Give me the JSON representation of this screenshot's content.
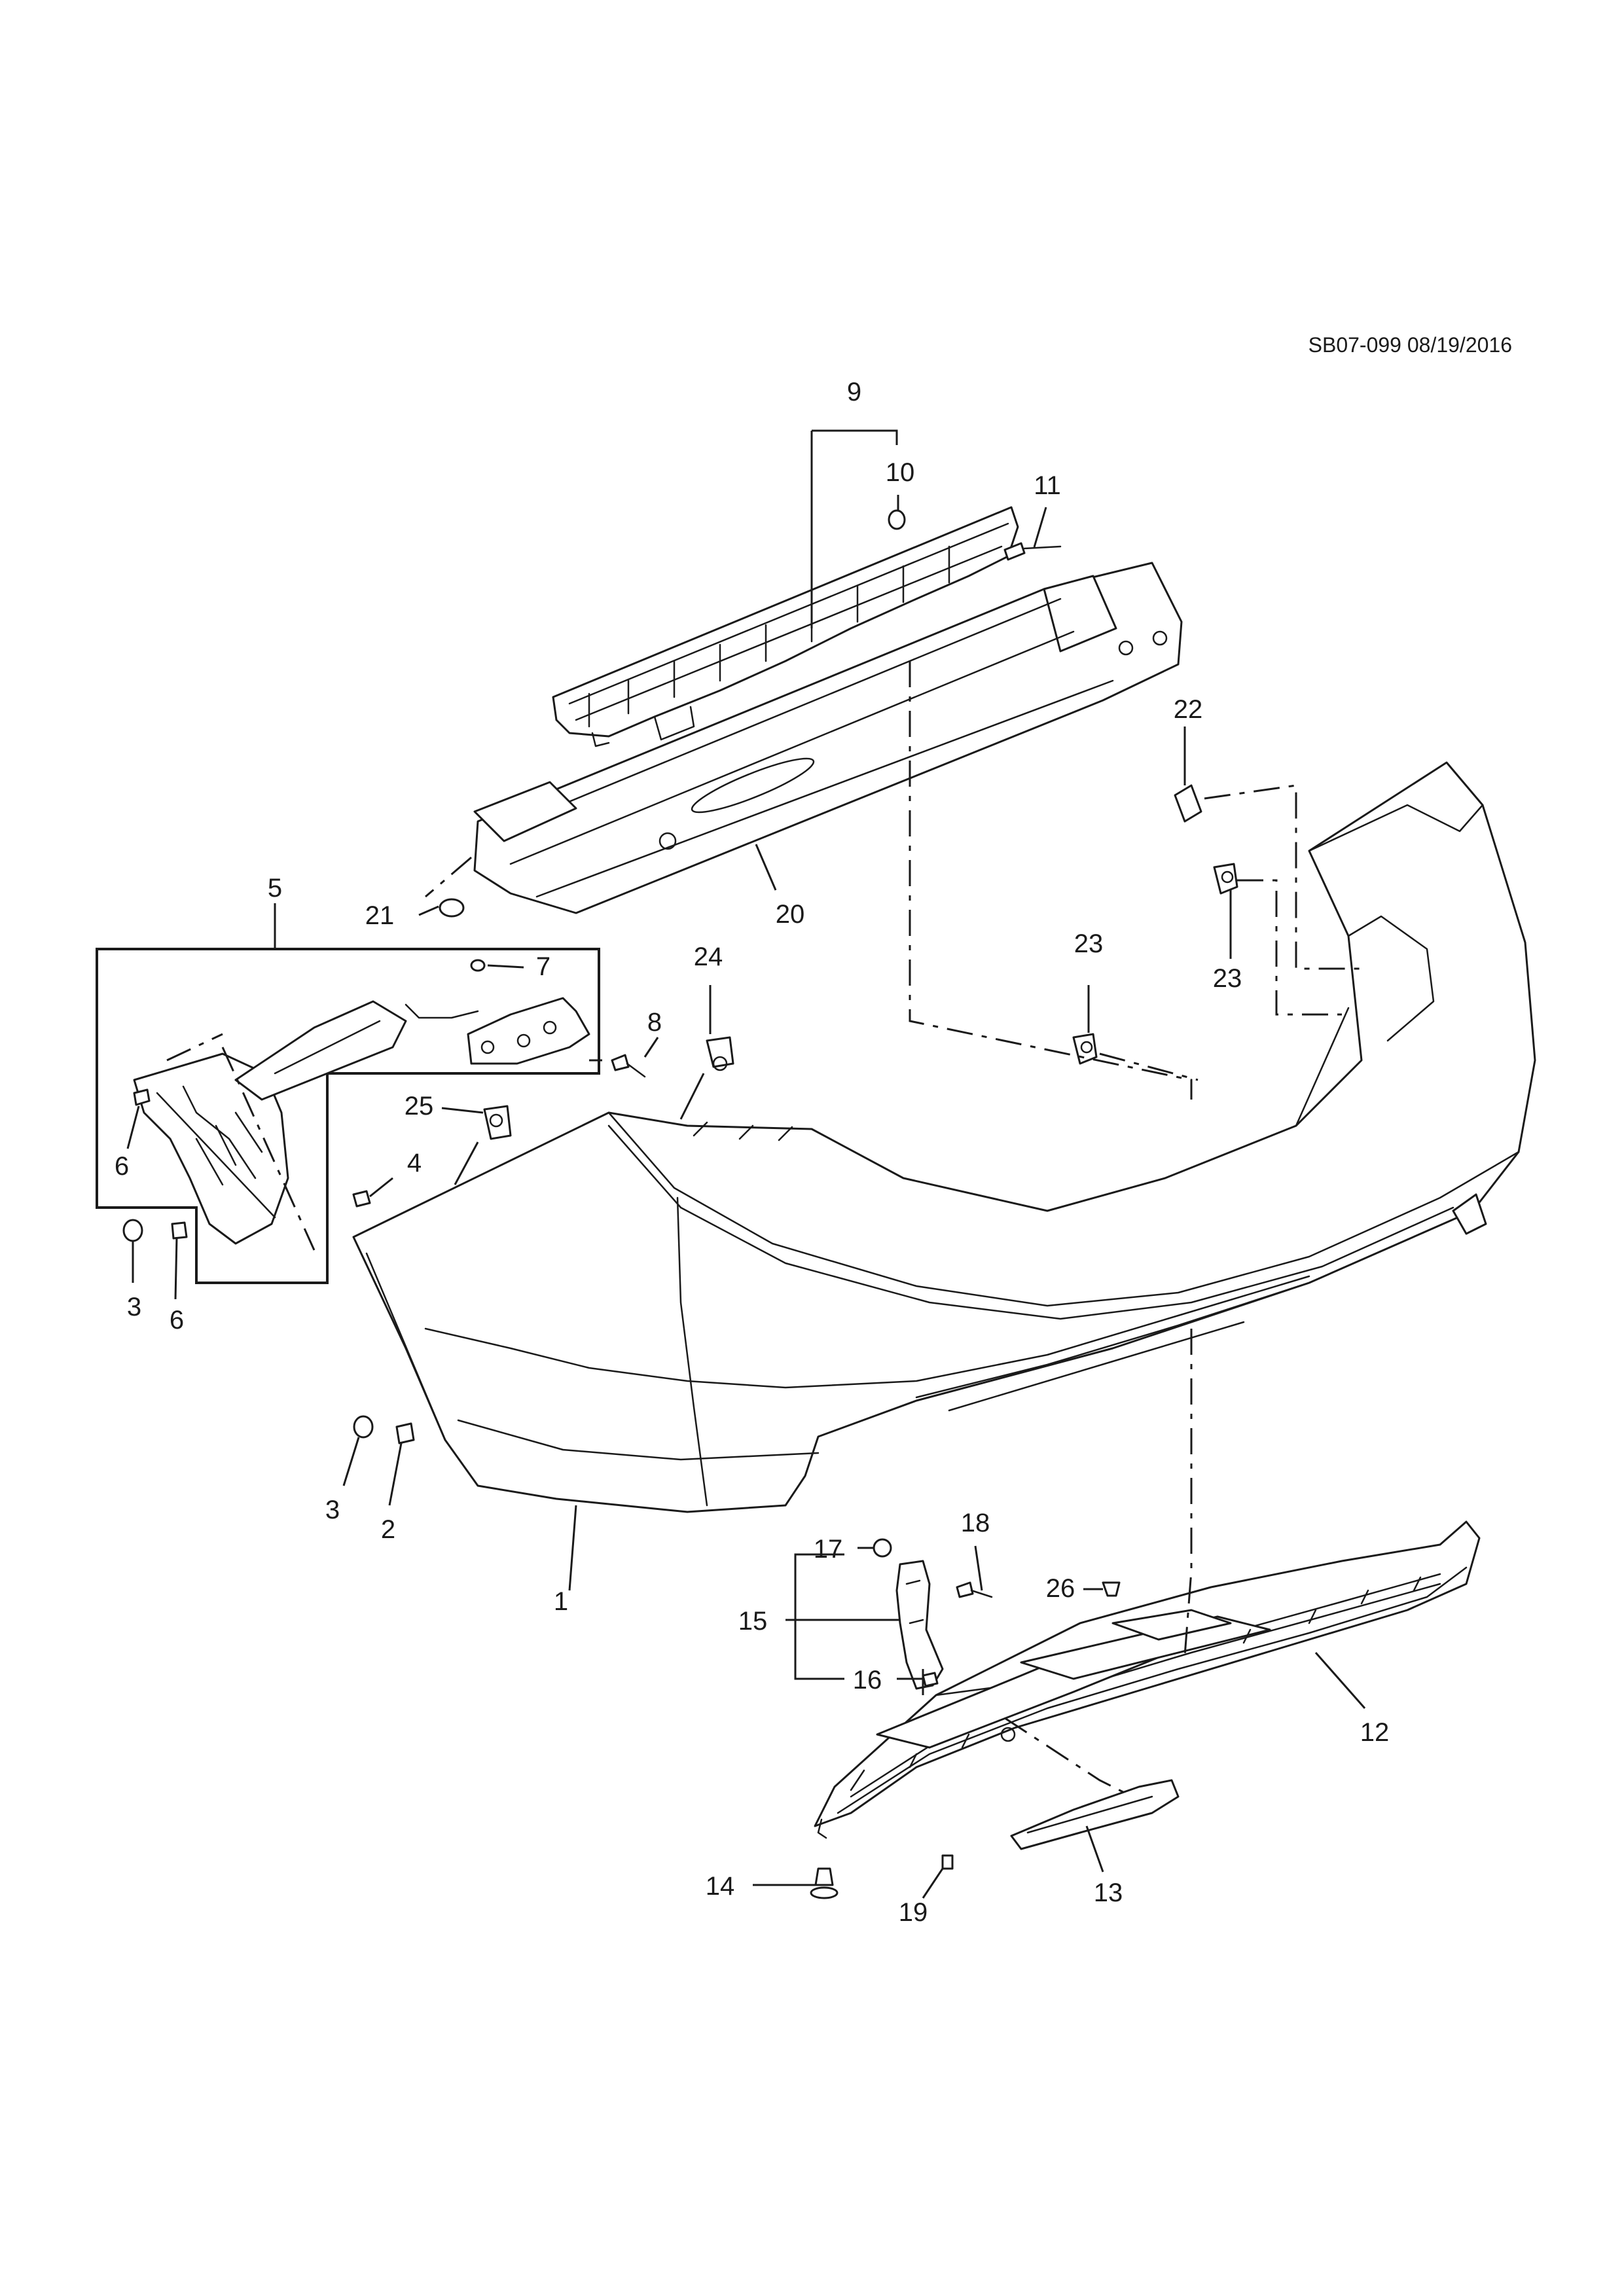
{
  "diagram": {
    "reference": "SB07-099 08/19/2016",
    "callouts": [
      "1",
      "2",
      "3",
      "3",
      "4",
      "5",
      "6",
      "6",
      "7",
      "8",
      "9",
      "10",
      "11",
      "12",
      "13",
      "14",
      "15",
      "16",
      "17",
      "18",
      "19",
      "20",
      "21",
      "22",
      "23",
      "23",
      "24",
      "25",
      "26"
    ]
  }
}
